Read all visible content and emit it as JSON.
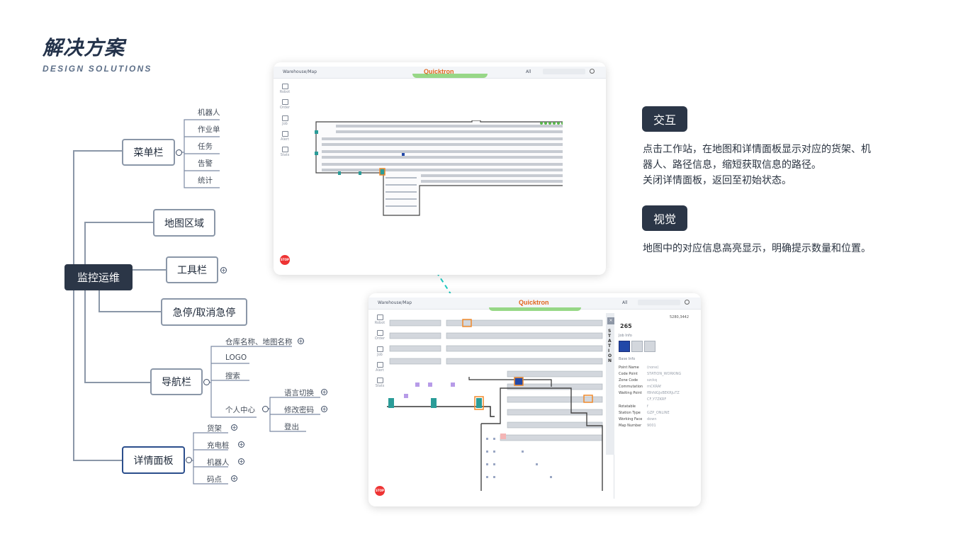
{
  "header": {
    "title": "解决方案",
    "subtitle": "DESIGN SOLUTIONS"
  },
  "mindmap": {
    "root": "监控运维",
    "menu": {
      "label": "菜单栏",
      "children": [
        "机器人",
        "作业单",
        "任务",
        "告警",
        "统计"
      ]
    },
    "map_area": "地图区域",
    "toolbar": "工具栏",
    "estop": "急停/取消急停",
    "nav": {
      "label": "导航栏",
      "children": [
        "仓库名称、地图名称",
        "LOGO",
        "搜索",
        "个人中心"
      ],
      "personal": [
        "语言切换",
        "修改密码",
        "登出"
      ]
    },
    "detail": {
      "label": "详情面板",
      "children": [
        "货架",
        "充电桩",
        "机器人",
        "码点"
      ]
    }
  },
  "shot1": {
    "breadcrumb": "Warehouse/Map",
    "logo": "Quicktron",
    "select": "All",
    "sidebar": [
      "Robot",
      "Order",
      "Job",
      "Alert",
      "Stats"
    ],
    "stop": "STOP"
  },
  "shot2": {
    "breadcrumb": "Warehouse/Map",
    "logo": "Quicktron",
    "select": "All",
    "sidebar": [
      "Robot",
      "Order",
      "Job",
      "Alert",
      "Stats"
    ],
    "stop": "STOP",
    "panel": {
      "coord": "5280,3442",
      "id": "265",
      "job_info": "Job Info",
      "base_info": "Base Info",
      "side_label": "STATION",
      "rows": [
        {
          "k": "Point Name",
          "v": "(none)"
        },
        {
          "k": "Code Point",
          "v": "STATION_WORKING"
        },
        {
          "k": "Zone Code",
          "v": "szckq"
        },
        {
          "k": "Commutation",
          "v": "mCKRAf"
        },
        {
          "k": "Waiting Point",
          "v": "f8hfdGJxBEKRJuTZ"
        },
        {
          "k": "",
          "v": "CF,Y7ZKRF"
        },
        {
          "k": "Rotatable",
          "v": "f"
        },
        {
          "k": "Station Type",
          "v": "GZP_ONLINE"
        },
        {
          "k": "Working Face",
          "v": "down"
        },
        {
          "k": "Map Number",
          "v": "9001"
        }
      ]
    }
  },
  "right": {
    "interaction": {
      "badge": "交互",
      "lines": [
        "点击工作站，在地图和详情面板显示对应的货架、机",
        "器人、路径信息，缩短获取信息的路径。",
        "关闭详情面板，返回至初始状态。"
      ]
    },
    "visual": {
      "badge": "视觉",
      "lines": [
        "地图中的对应信息高亮显示，明确提示数量和位置。"
      ]
    }
  },
  "colors": {
    "navy": "#2b3647",
    "line": "#8b97a8",
    "accent": "#e2661d",
    "teal": "#1fc9c0",
    "stop": "#ee3333"
  }
}
